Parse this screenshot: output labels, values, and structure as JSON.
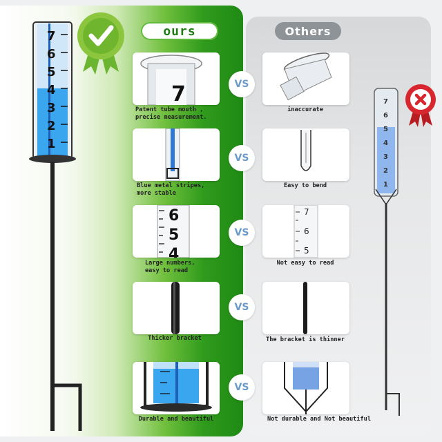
{
  "headers": {
    "ours": "ours",
    "others": "Others"
  },
  "vs_label": "VS",
  "rows": [
    {
      "ours_caption": "Patent tube mouth ,\nprecise measurement.",
      "others_caption": "inaccurate"
    },
    {
      "ours_caption": "Blue metal stripes,\nmore stable",
      "others_caption": "Easy to bend"
    },
    {
      "ours_caption": "Large numbers,\neasy to read",
      "others_caption": "Not easy to read"
    },
    {
      "ours_caption": "Thicker bracket",
      "others_caption": "The bracket is thinner"
    },
    {
      "ours_caption": "Durable and beautiful",
      "others_caption": "Not durable and Not beautiful"
    }
  ],
  "gauge_scale": [
    "7",
    "6",
    "5",
    "4",
    "3",
    "2",
    "1"
  ],
  "detail_numbers": {
    "row1_digit": "7",
    "row3_ours": [
      "6",
      "5",
      "4"
    ],
    "row3_others": [
      "7",
      "6",
      "5"
    ]
  },
  "colors": {
    "ours_green": "#2f9a1c",
    "gauge_blue": "#3aa6f0",
    "vs_text": "#6a9ac9",
    "x_red": "#d8262e"
  }
}
